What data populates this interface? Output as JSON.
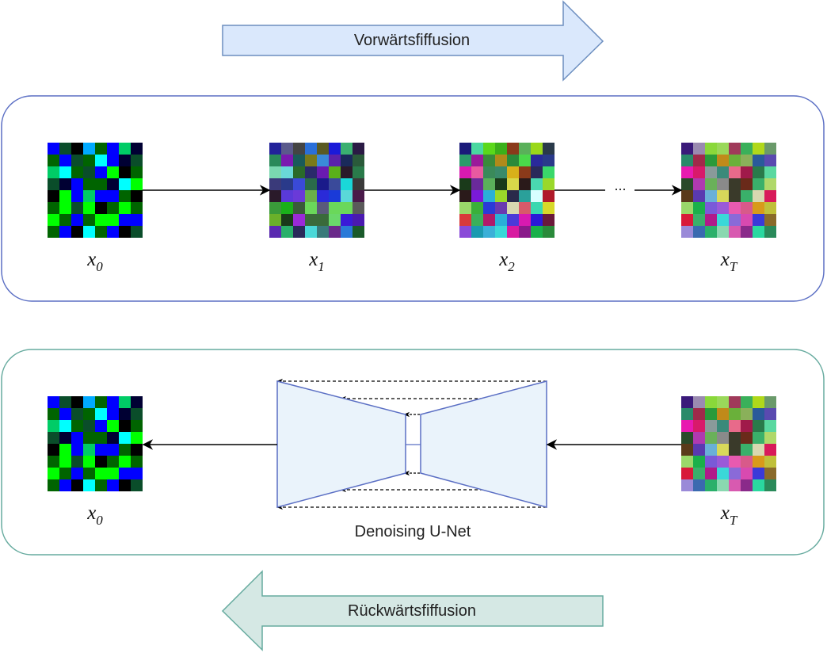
{
  "forward": {
    "label": "Vorwärtsfiffusion",
    "fill": "#dae8fc",
    "stroke": "#6c8ebf",
    "panel_stroke": "#5b6fc4",
    "states": [
      {
        "var": "x",
        "sub": "0"
      },
      {
        "var": "x",
        "sub": "1"
      },
      {
        "var": "x",
        "sub": "2"
      },
      {
        "var": "x",
        "sub": "T"
      }
    ],
    "ellipsis": "..."
  },
  "reverse": {
    "label": "Rückwärtsfiffusion",
    "fill": "#d5e8e4",
    "stroke": "#67ab9f",
    "panel_stroke": "#67ab9f",
    "network_label": "Denoising U-Net",
    "network_fill": "#eaf3fb",
    "network_stroke": "#5b6fc4",
    "input": {
      "var": "x",
      "sub": "T"
    },
    "output": {
      "var": "x",
      "sub": "0"
    }
  },
  "grids": {
    "x0": [
      [
        "#0000ff",
        "#0a4d2a",
        "#000000",
        "#00aaff",
        "#006400",
        "#0000ff",
        "#00cc66",
        "#000033"
      ],
      [
        "#006400",
        "#0000ff",
        "#0a4d2a",
        "#006400",
        "#00ffff",
        "#0000ff",
        "#000033",
        "#0a4d2a"
      ],
      [
        "#00cc66",
        "#00ffff",
        "#006400",
        "#0a4d2a",
        "#0000ff",
        "#00ff00",
        "#000000",
        "#006400"
      ],
      [
        "#0a4d2a",
        "#000033",
        "#0000ff",
        "#006400",
        "#006400",
        "#000033",
        "#00ffff",
        "#00ff00"
      ],
      [
        "#000000",
        "#00ff00",
        "#0000ff",
        "#00cc66",
        "#0000ff",
        "#0000ff",
        "#006400",
        "#000000"
      ],
      [
        "#006400",
        "#00ff00",
        "#0a4d2a",
        "#00ff00",
        "#000000",
        "#006400",
        "#00ff00",
        "#006400"
      ],
      [
        "#00ff00",
        "#006400",
        "#0000ff",
        "#006400",
        "#00ff00",
        "#00ff00",
        "#0000ff",
        "#0000ff"
      ],
      [
        "#006400",
        "#0000ff",
        "#000000",
        "#00ffff",
        "#006400",
        "#0000ff",
        "#000000",
        "#0a4d2a"
      ]
    ],
    "x1": [
      [
        "#22229a",
        "#5a5a8c",
        "#444444",
        "#2a6fd8",
        "#5a5a22",
        "#1a1ad8",
        "#3ab070",
        "#2a1a44"
      ],
      [
        "#2a8a5a",
        "#7a1ab0",
        "#1a5a5a",
        "#7a7a1a",
        "#3a8ad8",
        "#5a22aa",
        "#1a2a5a",
        "#2a5a3a"
      ],
      [
        "#7ad8b0",
        "#6ad8d8",
        "#2a6a2a",
        "#2a2a6a",
        "#6a1ab0",
        "#5ab01a",
        "#2a1a2a",
        "#2a7a4a"
      ],
      [
        "#3a3a7a",
        "#2a3a8a",
        "#3a4ad8",
        "#2a6a4a",
        "#1a1a8a",
        "#3a4a9a",
        "#1ad8d8",
        "#3a3a3a"
      ],
      [
        "#2a1a2a",
        "#5a3ad8",
        "#6a3ad8",
        "#6ab04a",
        "#2a2ad8",
        "#1a3ad8",
        "#5ad8d8",
        "#4a1a4a"
      ],
      [
        "#3a9a3a",
        "#1ab01a",
        "#3a5a3a",
        "#6ad85a",
        "#5a5a7a",
        "#6ad85a",
        "#6ad85a",
        "#5a5a5a"
      ],
      [
        "#6ab02a",
        "#1a3a1a",
        "#9a2ad8",
        "#3a6a3a",
        "#3a6a3a",
        "#6ad86a",
        "#3a1ad8",
        "#4a1ab0"
      ],
      [
        "#5a2ab0",
        "#2ab06a",
        "#2a2a5a",
        "#4ad8d8",
        "#3a7a7a",
        "#6a2a8a",
        "#2a7ad8",
        "#1a5a2a"
      ]
    ],
    "x2": [
      [
        "#1a1a7a",
        "#4ad8a0",
        "#5ad81a",
        "#3ab01a",
        "#8a3a1a",
        "#5ab05a",
        "#9ad81a",
        "#2a3a4a"
      ],
      [
        "#2a9a6a",
        "#9a1a9a",
        "#3a8a3a",
        "#b08a1a",
        "#2a8a3a",
        "#4ad84a",
        "#2a2a9a",
        "#2a3a8a"
      ],
      [
        "#d81ab0",
        "#e85aa0",
        "#3a8a5a",
        "#3a8a6a",
        "#d8b01a",
        "#8a3a1a",
        "#2a2a5a",
        "#3ad86a"
      ],
      [
        "#1a3a1a",
        "#6a2a9a",
        "#5ab05a",
        "#1a3a1a",
        "#d8d84a",
        "#2a1a1a",
        "#4ad8b0",
        "#9ad82a"
      ],
      [
        "#2a1a1a",
        "#7a1ad8",
        "#2ab0d8",
        "#9ad82a",
        "#2a2a4a",
        "#2aa09a",
        "#d8ffff",
        "#b01a2a"
      ],
      [
        "#9ad86a",
        "#3ab03a",
        "#2a3ad8",
        "#6a3ab0",
        "#d8d8b0",
        "#d85a6a",
        "#3ad8b0",
        "#d8d82a"
      ],
      [
        "#d83a3a",
        "#3ab05a",
        "#b01a6a",
        "#2ab0d8",
        "#4a3ad8",
        "#d81ab0",
        "#2a1ad8",
        "#6a1a3a"
      ],
      [
        "#8a4ad8",
        "#1a9ab0",
        "#3ab0d8",
        "#3ad8d8",
        "#d81aa0",
        "#8a1a8a",
        "#1ab04a",
        "#2a8a3a"
      ]
    ],
    "xT": [
      [
        "#3a1a7a",
        "#9a8ab0",
        "#8ad83a",
        "#9ad85a",
        "#a03a5a",
        "#3ab05a",
        "#b0d81a",
        "#6a9a6a"
      ],
      [
        "#2a8a6a",
        "#a02a4a",
        "#2a9a3a",
        "#c08a1a",
        "#6ab03a",
        "#8ab05a",
        "#2a5a9a",
        "#5a4ab0"
      ],
      [
        "#e81ab0",
        "#d81a6a",
        "#8a9a9a",
        "#3a8a7a",
        "#e86a8a",
        "#a01a4a",
        "#2a7a4a",
        "#5ad8a0"
      ],
      [
        "#2a4a2a",
        "#b03ab0",
        "#6ab05a",
        "#8a8a8a",
        "#3a3a2a",
        "#6a2a1a",
        "#3ab06a",
        "#b0d86a"
      ],
      [
        "#5a3a1a",
        "#5a3ab0",
        "#6ab0d8",
        "#d8d85a",
        "#3a3a2a",
        "#3ab06a",
        "#d8d8b0",
        "#d81a5a"
      ],
      [
        "#9ad86a",
        "#1ab04a",
        "#7a5ad8",
        "#9a5ad8",
        "#e85ab0",
        "#d85a8a",
        "#d89a1a",
        "#c0c03a"
      ],
      [
        "#d81a3a",
        "#3ab06a",
        "#b01a8a",
        "#3ad8d8",
        "#8a6ad8",
        "#d84ab0",
        "#3a3ad8",
        "#8a6a2a"
      ],
      [
        "#9a8ad8",
        "#3a6ab0",
        "#2ab06a",
        "#8ad8b0",
        "#d85ab0",
        "#8a2a8a",
        "#2ad8a0",
        "#2a8a5a"
      ]
    ]
  }
}
